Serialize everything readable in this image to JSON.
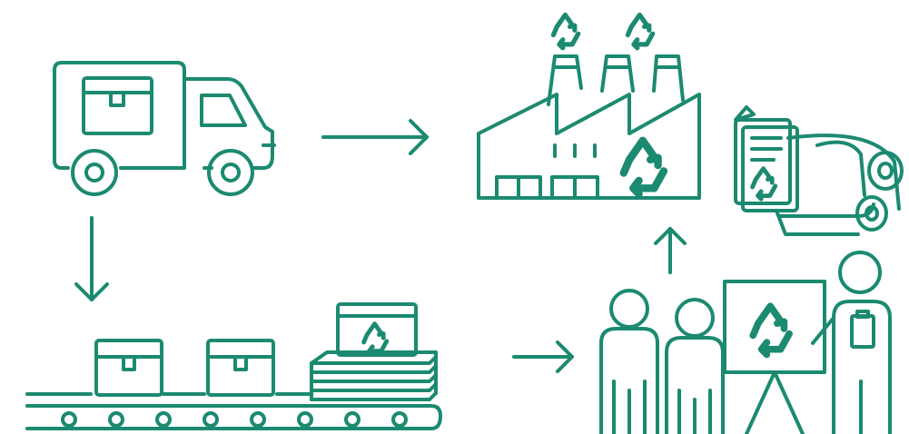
{
  "theme": {
    "stroke": "#1b8a70",
    "background": "#ffffff"
  },
  "nodes": [
    {
      "id": "delivery-truck",
      "icon": "delivery-truck-icon"
    },
    {
      "id": "recycling-factory",
      "icon": "recycling-factory-icon"
    },
    {
      "id": "recycled-paper",
      "icon": "paper-roll-icon"
    },
    {
      "id": "conveyor-sorting",
      "icon": "conveyor-belt-icon"
    },
    {
      "id": "recycling-presentation",
      "icon": "people-presentation-icon"
    }
  ],
  "edges": [
    {
      "from": "delivery-truck",
      "to": "recycling-factory",
      "direction": "right"
    },
    {
      "from": "delivery-truck",
      "to": "conveyor-sorting",
      "direction": "down"
    },
    {
      "from": "conveyor-sorting",
      "to": "recycling-presentation",
      "direction": "right"
    },
    {
      "from": "recycling-presentation",
      "to": "recycling-factory",
      "direction": "up"
    }
  ]
}
